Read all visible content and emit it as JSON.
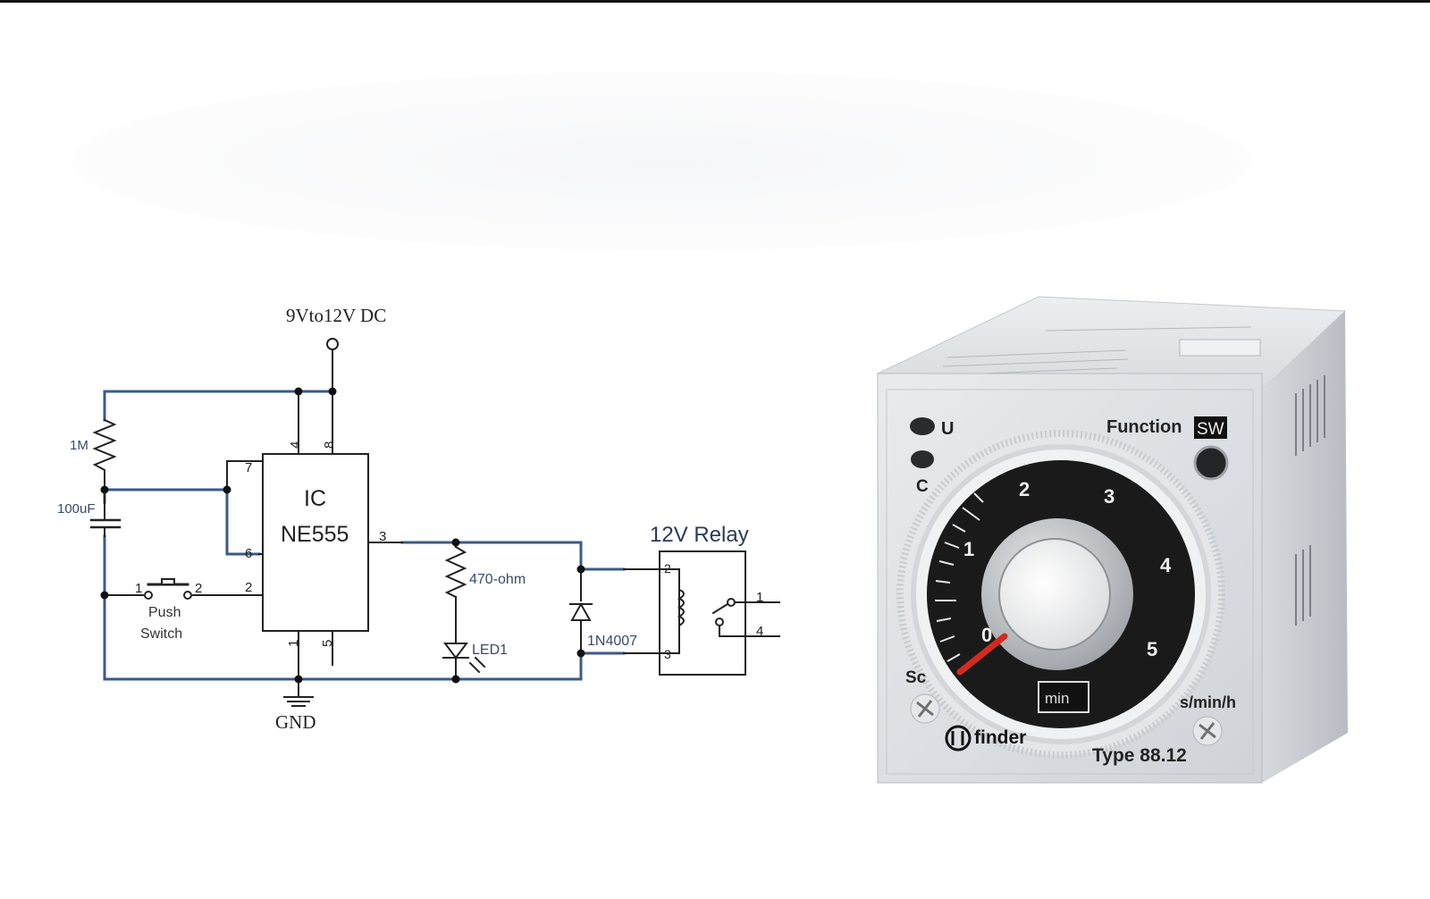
{
  "schematic": {
    "supply_label": "9Vto12V DC",
    "ground_label": "GND",
    "ic": {
      "title": "IC",
      "part": "NE555",
      "pins": [
        "4",
        "8",
        "7",
        "6",
        "2",
        "3",
        "1",
        "5"
      ]
    },
    "resistor_timing": "1M",
    "capacitor": "100uF",
    "push_switch": {
      "label_line1": "Push",
      "label_line2": "Switch",
      "pin_left": "1",
      "pin_right": "2"
    },
    "resistor_led": "470-ohm",
    "led": "LED1",
    "diode": "1N4007",
    "relay": {
      "title": "12V Relay",
      "pins": [
        "2",
        "3",
        "1",
        "4"
      ]
    },
    "colors": {
      "wire": "#3a5a8a",
      "line": "#222222"
    }
  },
  "timer_relay": {
    "brand": "finder",
    "type_label": "Type 88.12",
    "function_label": "Function",
    "function_badge": "SW",
    "led_labels": [
      "U",
      "C"
    ],
    "scale_label_left": "Sc",
    "unit_label": "s/min/h",
    "dial_numbers": [
      "0",
      "1",
      "2",
      "3",
      "4",
      "5"
    ],
    "range_window": "min",
    "colors": {
      "pointer": "#d42a1f",
      "dial": "#1a1a1a",
      "housing": "#dcdfe3"
    }
  }
}
